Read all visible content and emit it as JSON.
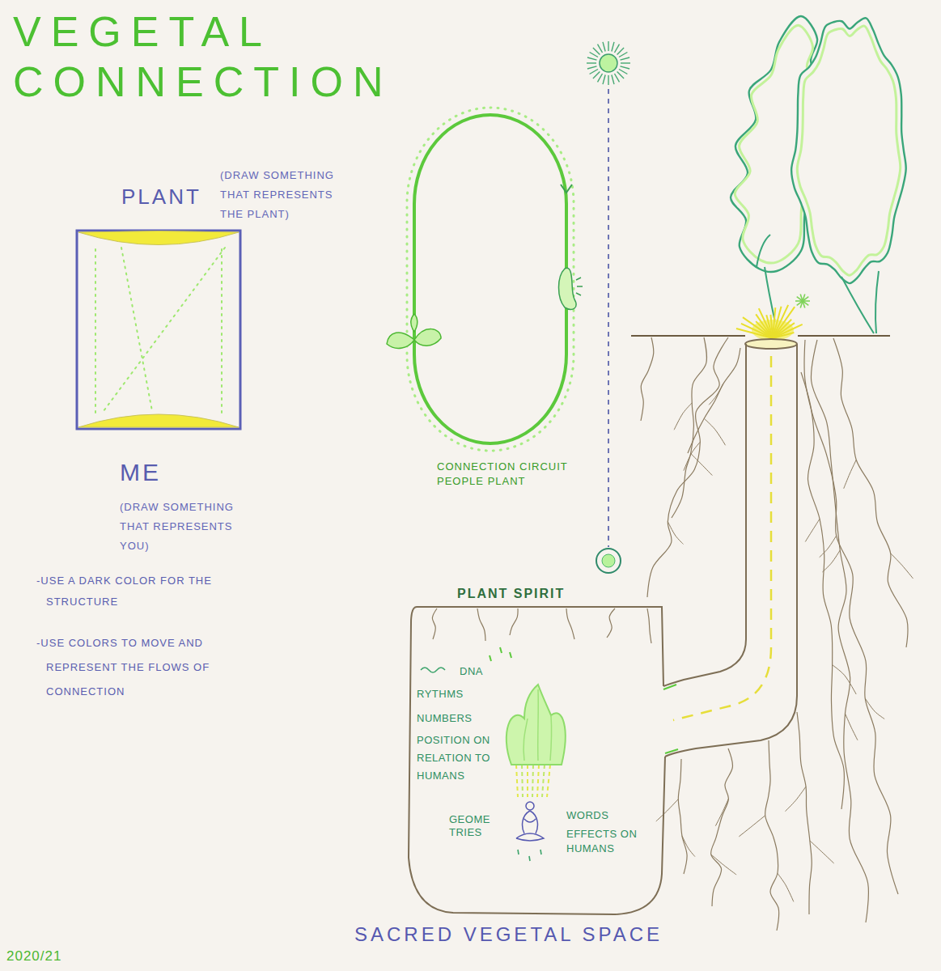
{
  "diagram": {
    "title": "VEGETAL CONNECTION",
    "nodes": [
      {
        "text": [
          "PLANT",
          "ME"
        ]
      },
      {
        "text": [
          "CONNECTION CIRCUIT PEOPLE PLANT"
        ]
      },
      {
        "text": [
          "PLANT SPIRIT"
        ]
      },
      {
        "text": [
          "SACRED VEGETAL SPACE",
          "DNA",
          "RYTHMS",
          "NUMBERS",
          "POSITION ON RELATION TO HUMANS",
          "GEOME TRIES",
          "WORDS",
          "EFFECTS ON HUMANS"
        ]
      }
    ],
    "labels": [
      "(DRAW SOMETHING THAT REPRESENTS THE PLANT)",
      "(DRAW SOMETHING THAT REPRESENTS YOU)",
      "-USE A DARK COLOR FOR THE STRUCTURE",
      "-USE COLORS TO MOVE AND REPRESENT THE FLOWS OF CONNECTION",
      "2020/21"
    ]
  }
}
